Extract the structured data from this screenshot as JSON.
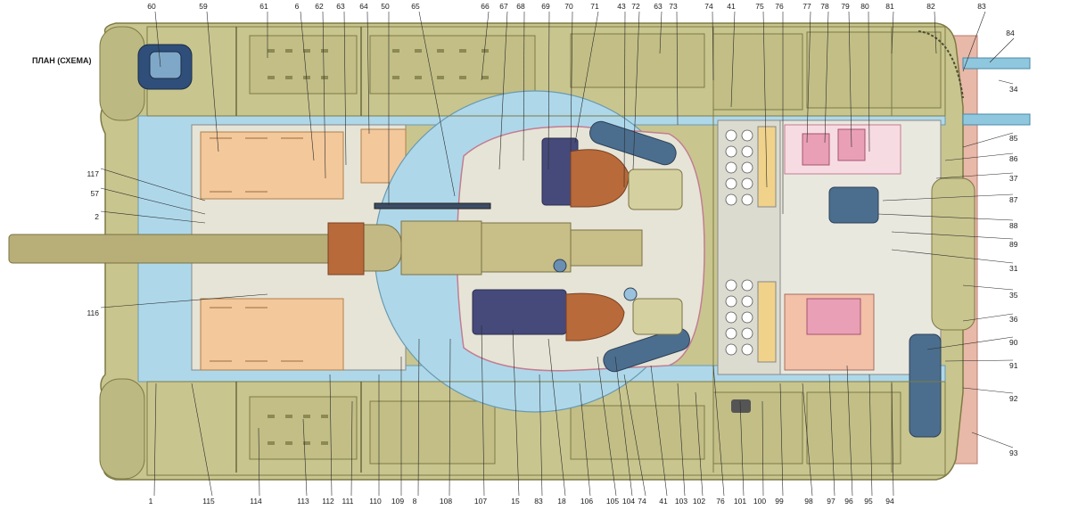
{
  "title": "ПЛАН (СХЕМА)",
  "colors": {
    "hull": "#c9c58f",
    "hull_dark": "#a8a46b",
    "hull_light": "#d8d5a6",
    "sponson_gray": "#b9b69a",
    "water_blue": "#aed8ea",
    "fuel_orange": "#f3c89b",
    "equipment_blue": "#4c6e8e",
    "seat_brown": "#b86a3a",
    "gun": "#c2b985",
    "pink_accent": "#e9a0b6",
    "dark_purple": "#454a7a",
    "rear_pink": "#e8b8a8"
  },
  "labels": {
    "top": [
      "60",
      "59",
      "61",
      "6",
      "62",
      "63",
      "64",
      "50",
      "65",
      "66",
      "67",
      "68",
      "69",
      "70",
      "71",
      "43",
      "72",
      "63",
      "73",
      "74",
      "41",
      "75",
      "76",
      "77",
      "78",
      "79",
      "80",
      "81",
      "82",
      "83",
      "84"
    ],
    "right": [
      "34",
      "85",
      "86",
      "37",
      "87",
      "88",
      "89",
      "31",
      "35",
      "36",
      "90",
      "91",
      "92",
      "93"
    ],
    "left": [
      "117",
      "57",
      "2",
      "116"
    ],
    "bottom": [
      "1",
      "115",
      "114",
      "113",
      "112",
      "111",
      "110",
      "109",
      "8",
      "108",
      "107",
      "15",
      "83",
      "18",
      "106",
      "105",
      "104",
      "74",
      "41",
      "103",
      "102",
      "76",
      "101",
      "100",
      "99",
      "98",
      "97",
      "96",
      "95",
      "94"
    ]
  }
}
